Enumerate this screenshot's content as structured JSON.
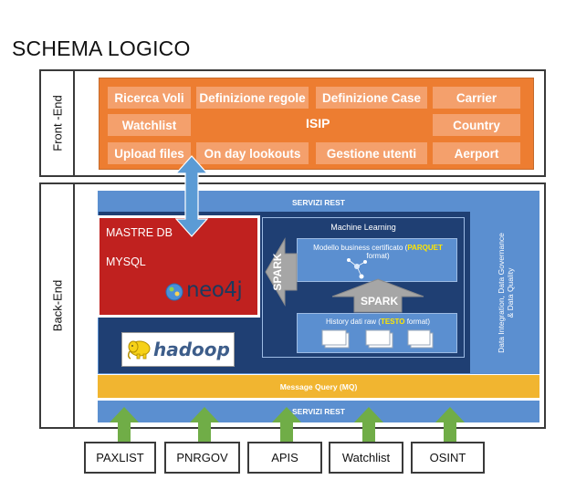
{
  "title": "SCHEMA LOGICO",
  "sections": {
    "frontend_label": "Front -End",
    "backend_label": "Back-End"
  },
  "frontend": {
    "center_label": "ISIP",
    "buttons": [
      "Ricerca Voli",
      "Definizione regole",
      "Definizione Case",
      "Carrier",
      "Watchlist",
      "Country",
      "Upload files",
      "On day lookouts",
      "Gestione utenti",
      "Aerport"
    ]
  },
  "backend": {
    "servizi_rest_top": "SERVIZI REST",
    "servizi_rest_bottom": "SERVIZI REST",
    "mastre_db": "MASTRE DB",
    "mysql": "MYSQL",
    "neo4j_logo": "neo4j",
    "hadoop_logo": "hadoop",
    "machine_learning": {
      "title": "Machine Learning",
      "model_prefix": "Modello business certificato (",
      "model_highlight": "PARQUET",
      "model_suffix": " format)",
      "history_prefix": "History dati raw (",
      "history_highlight": "TESTO",
      "history_suffix": " format)",
      "spark_up": "SPARK",
      "spark_left": "SPARK"
    },
    "side_label_line1": "Data Integration, Data Governance",
    "side_label_line2": "& Data Quality",
    "mq": "Message Query (MQ)"
  },
  "sources": [
    "PAXLIST",
    "PNRGOV",
    "APIS",
    "Watchlist",
    "OSINT"
  ],
  "colors": {
    "frontend": "#ed7d31",
    "frontend_button": "#f4a06c",
    "backend_blue": "#5b8fd0",
    "backend_dark": "#1f3f73",
    "mastre_red": "#c0211f",
    "mq_yellow": "#f1b530",
    "arrow_green": "#70ad47",
    "arrow_blue": "#5b9bd5",
    "highlight": "#ffe600"
  }
}
